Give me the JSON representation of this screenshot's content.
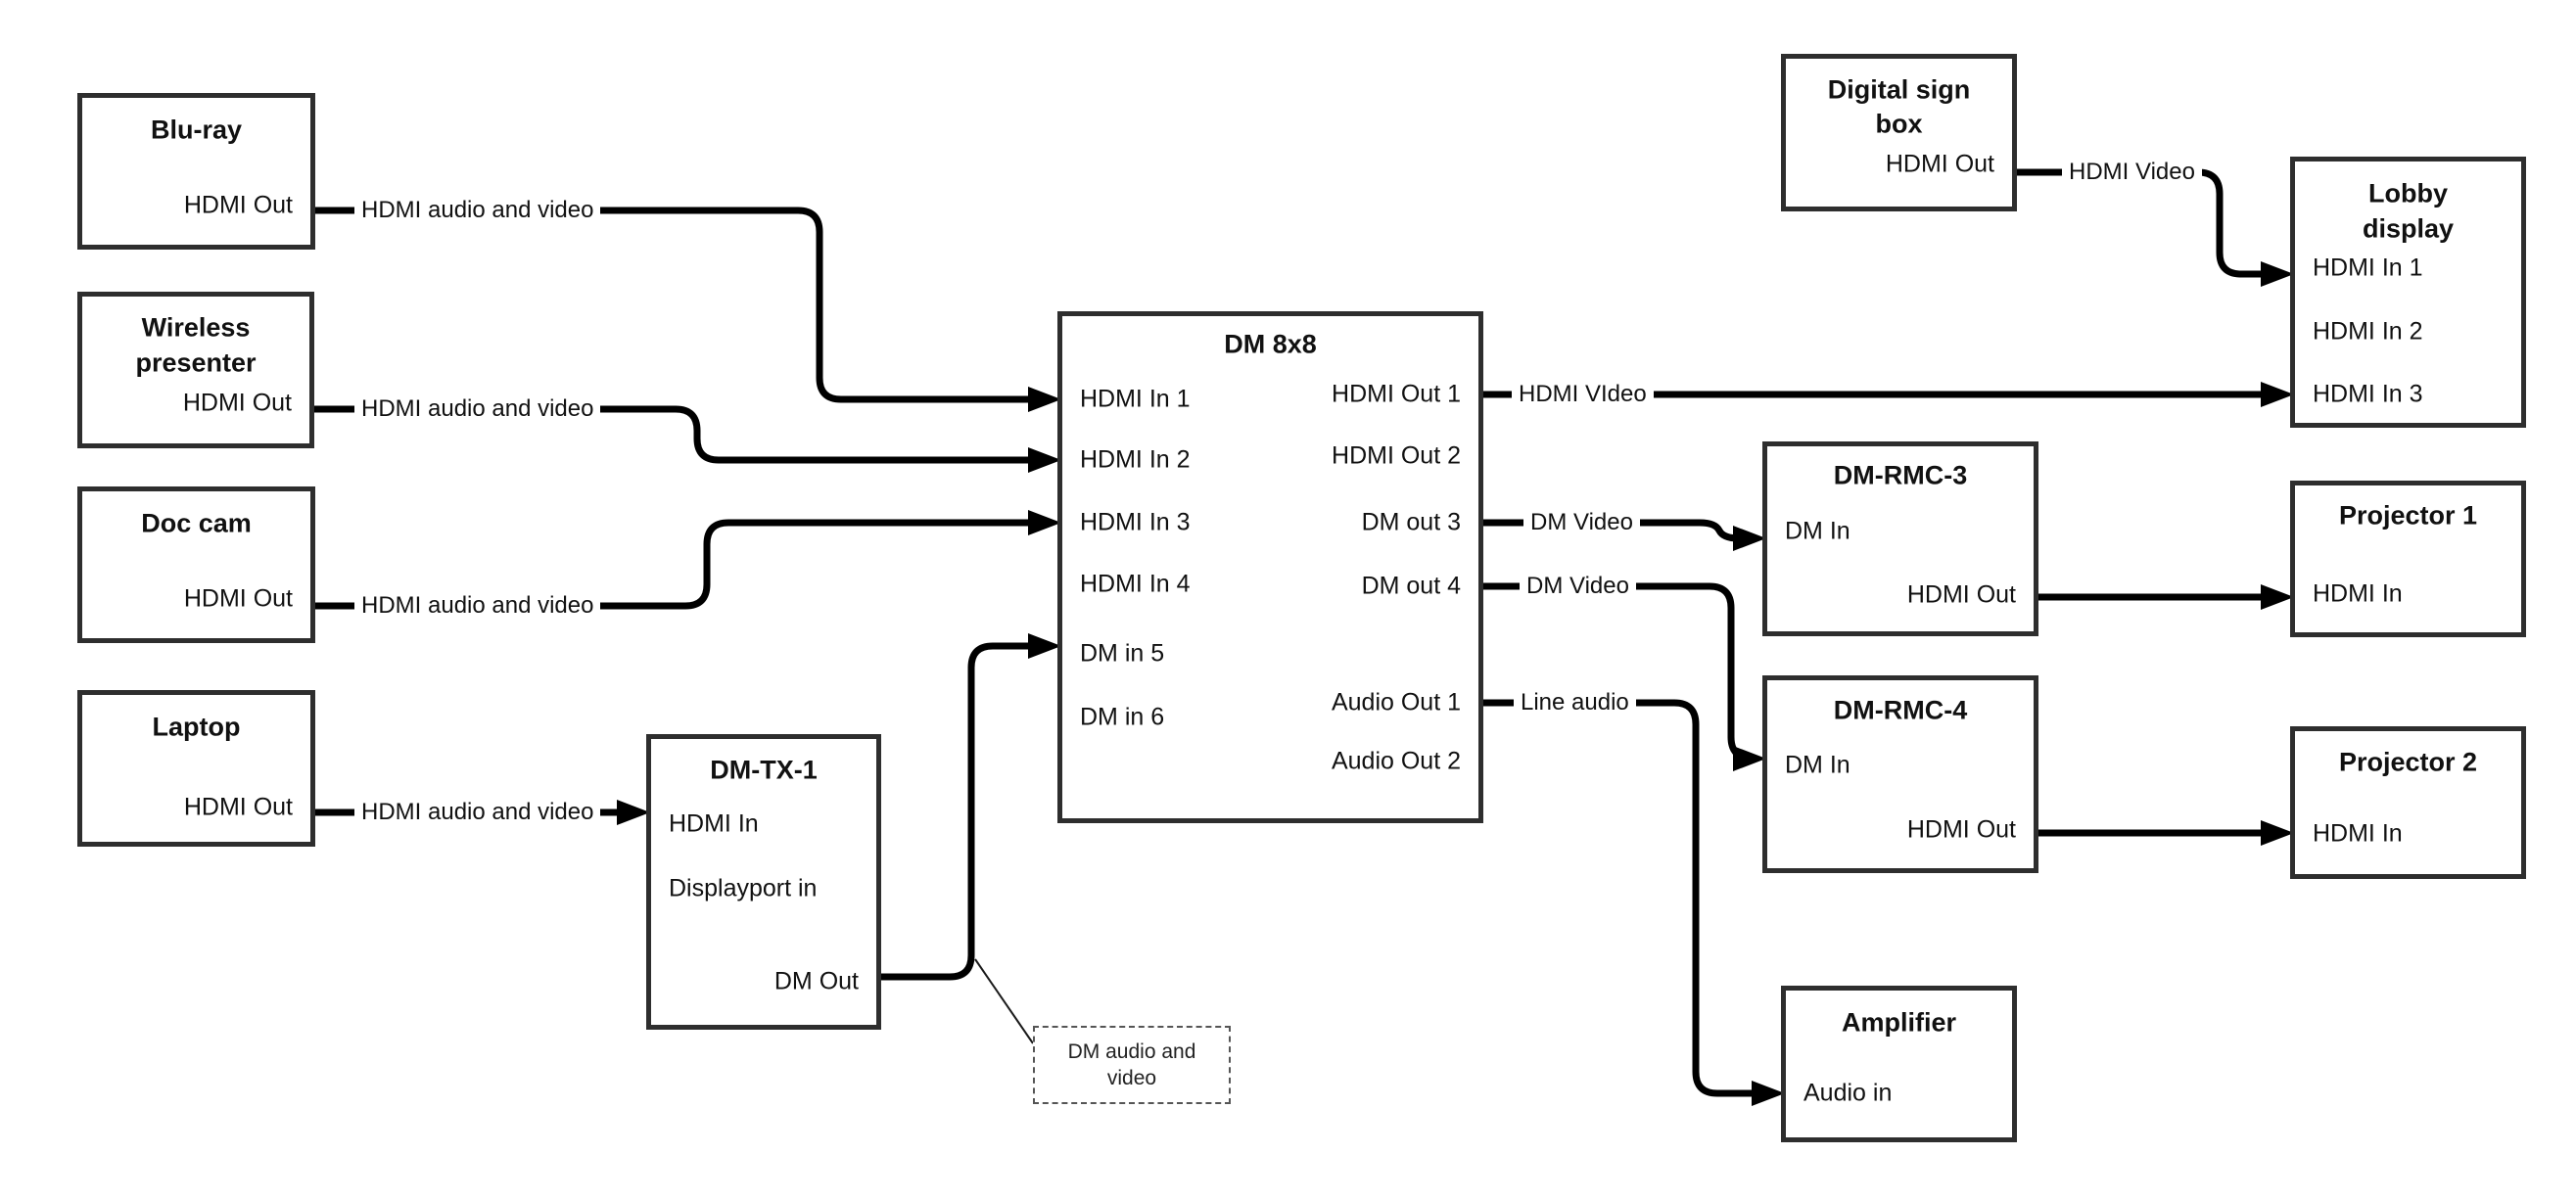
{
  "colors": {
    "background": "#ffffff",
    "box_border": "#2e2e2e",
    "wire": "#000000",
    "text": "#111111"
  },
  "boxes": {
    "bluray": {
      "title": "Blu-ray",
      "hdmi_out": "HDMI Out"
    },
    "wireless": {
      "title_line1": "Wireless",
      "title_line2": "presenter",
      "hdmi_out": "HDMI Out"
    },
    "doccam": {
      "title": "Doc cam",
      "hdmi_out": "HDMI Out"
    },
    "laptop": {
      "title": "Laptop",
      "hdmi_out": "HDMI Out"
    },
    "dmtx1": {
      "title": "DM-TX-1",
      "hdmi_in": "HDMI In",
      "displayport_in": "Displayport in",
      "dm_out": "DM Out"
    },
    "dm8x8": {
      "title": "DM 8x8",
      "inputs": [
        "HDMI In 1",
        "HDMI In 2",
        "HDMI In 3",
        "HDMI In 4",
        "DM in 5",
        "DM in 6"
      ],
      "outputs": [
        "HDMI Out 1",
        "HDMI Out 2",
        "DM out 3",
        "DM out 4",
        "Audio Out 1",
        "Audio Out 2"
      ]
    },
    "digitalsign": {
      "title_line1": "Digital sign",
      "title_line2": "box",
      "hdmi_out": "HDMI Out"
    },
    "lobby": {
      "title_line1": "Lobby",
      "title_line2": "display",
      "inputs": [
        "HDMI In 1",
        "HDMI In 2",
        "HDMI In 3"
      ]
    },
    "dmrmc3": {
      "title": "DM-RMC-3",
      "dm_in": "DM In",
      "hdmi_out": "HDMI Out"
    },
    "dmrmc4": {
      "title": "DM-RMC-4",
      "dm_in": "DM In",
      "hdmi_out": "HDMI Out"
    },
    "proj1": {
      "title": "Projector 1",
      "hdmi_in": "HDMI In"
    },
    "proj2": {
      "title": "Projector 2",
      "hdmi_in": "HDMI In"
    },
    "amp": {
      "title": "Amplifier",
      "audio_in": "Audio in"
    }
  },
  "cable_labels": {
    "bluray_av": "HDMI audio and video",
    "wireless_av": "HDMI audio and video",
    "doccam_av": "HDMI audio and video",
    "laptop_av": "HDMI audio and video",
    "hdmi_out1": "HDMI VIdeo",
    "dm_out3": "DM Video",
    "dm_out4": "DM Video",
    "audio_out1": "Line audio",
    "digitalsign_av": "HDMI Video"
  },
  "note": {
    "line1": "DM audio and",
    "line2": "video"
  }
}
